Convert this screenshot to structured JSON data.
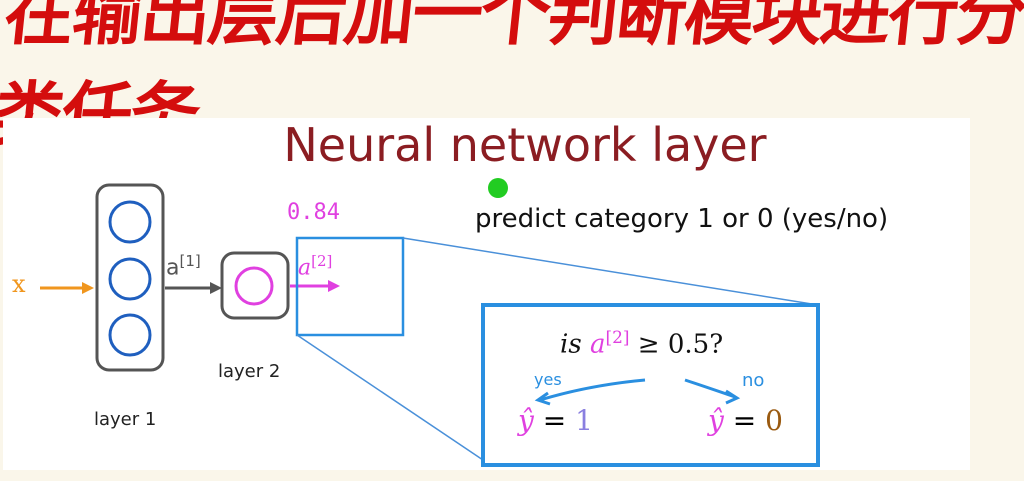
{
  "banner": {
    "text": "在输出层后加一个判断模块进行分类任务"
  },
  "slide": {
    "title": "Neural network layer",
    "subtitle": "predict category 1 or 0 (yes/no)",
    "input_label": "x",
    "a1_label": "a",
    "a1_sup": "[1]",
    "a2_label": "a",
    "a2_sup": "[2]",
    "output_value": "0.84",
    "layer1_label": "layer 1",
    "layer2_label": "layer 2",
    "decision": {
      "question_prefix": "is ",
      "question_var": "a",
      "question_sup": "[2]",
      "question_suffix": " ≥ 0.5?",
      "yes_label": "yes",
      "no_label": "no",
      "yhat": "ŷ",
      "equals": " = ",
      "yes_value": "1",
      "no_value": "0"
    }
  },
  "colors": {
    "title": "#8b1d22",
    "banner": "#d40d0d",
    "neuron": "#1f5fbf",
    "magenta": "#e040e0",
    "orange": "#f0961e",
    "box_blue": "#2a8fe0"
  }
}
